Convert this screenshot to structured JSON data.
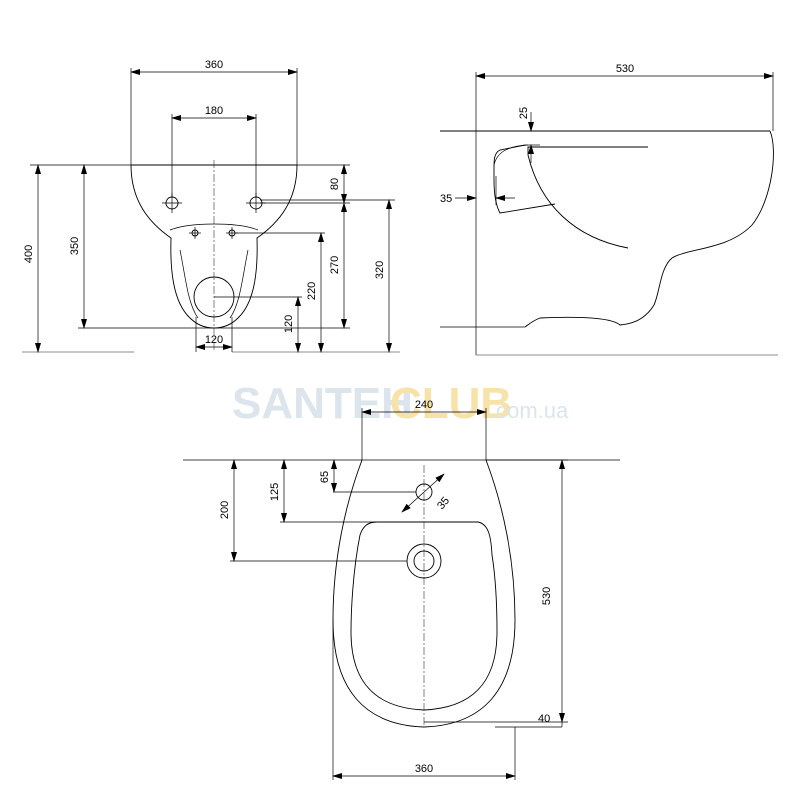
{
  "watermark": {
    "brand_part1": "SANTEH",
    "brand_part2": "CLUB",
    "domain": ".com.ua"
  },
  "front_view": {
    "dim_width_top": "360",
    "dim_holes_spacing": "180",
    "dim_height_total": "400",
    "dim_height_350": "350",
    "dim_hole_offset": "80",
    "dim_height_320": "320",
    "dim_height_270": "270",
    "dim_height_220": "220",
    "dim_height_120": "120",
    "dim_outlet_width": "120"
  },
  "side_view": {
    "dim_depth": "530",
    "dim_rim_thickness": "25",
    "dim_wall_offset": "35"
  },
  "top_view": {
    "dim_back_width": "240",
    "dim_faucet_hole_dia": "35",
    "dim_faucet_hole_offset": "65",
    "dim_bowl_edge_offset": "125",
    "dim_drain_offset": "200",
    "dim_length": "530",
    "dim_front_offset": "40",
    "dim_width": "360"
  }
}
